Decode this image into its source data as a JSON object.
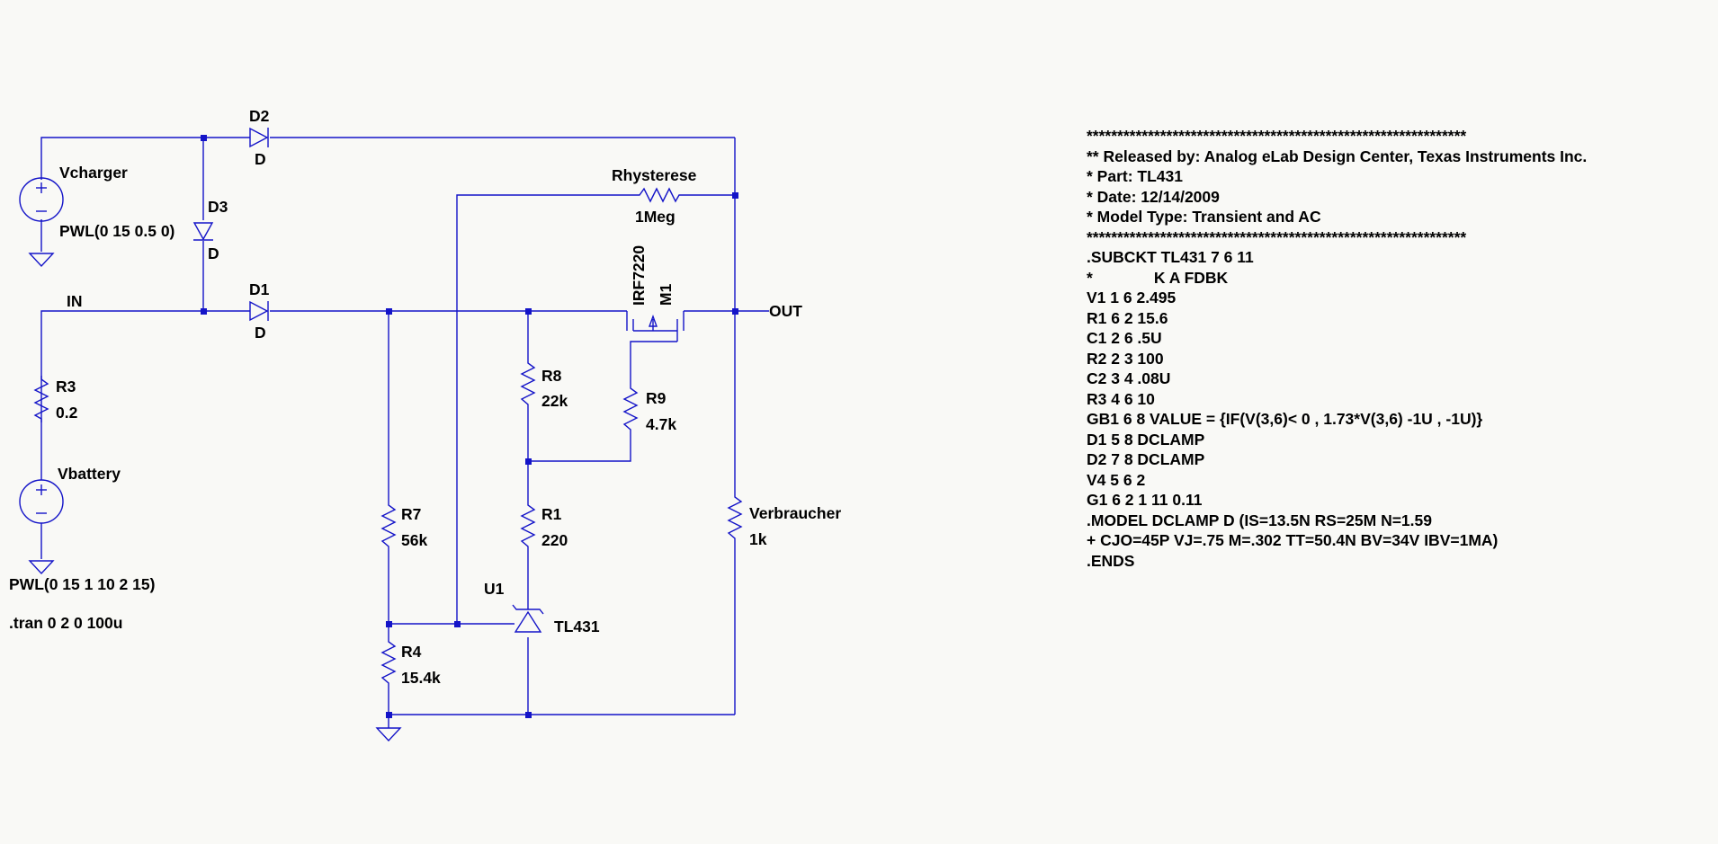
{
  "components": {
    "vcharger": {
      "name": "Vcharger",
      "value": "PWL(0 15 0.5 0)"
    },
    "vbattery": {
      "name": "Vbattery",
      "value": "PWL(0 15 1 10 2 15)"
    },
    "d1": {
      "name": "D1",
      "model": "D"
    },
    "d2": {
      "name": "D2",
      "model": "D"
    },
    "d3": {
      "name": "D3",
      "model": "D"
    },
    "r1": {
      "name": "R1",
      "value": "220"
    },
    "r3": {
      "name": "R3",
      "value": "0.2"
    },
    "r4": {
      "name": "R4",
      "value": "15.4k"
    },
    "r7": {
      "name": "R7",
      "value": "56k"
    },
    "r8": {
      "name": "R8",
      "value": "22k"
    },
    "r9": {
      "name": "R9",
      "value": "4.7k"
    },
    "rhyst": {
      "name": "Rhysterese",
      "value": "1Meg"
    },
    "load": {
      "name": "Verbraucher",
      "value": "1k"
    },
    "mosfet": {
      "name": "M1",
      "model": "IRF7220"
    },
    "u1": {
      "name": "U1",
      "model": "TL431"
    }
  },
  "nets": {
    "in": "IN",
    "out": "OUT"
  },
  "directive": ".tran 0 2 0 100u",
  "netlist": [
    "**************************************************************",
    "** Released by: Analog eLab Design Center, Texas Instruments Inc.",
    "* Part: TL431",
    "* Date: 12/14/2009",
    "* Model Type: Transient and AC",
    "**************************************************************",
    ".SUBCKT TL431 7 6 11",
    "*              K A FDBK",
    "V1 1 6 2.495",
    "R1 6 2 15.6",
    "C1 2 6 .5U",
    "R2 2 3 100",
    "C2 3 4 .08U",
    "R3 4 6 10",
    "GB1 6 8 VALUE = {IF(V(3,6)< 0 , 1.73*V(3,6) -1U , -1U)}",
    "D1 5 8 DCLAMP",
    "D2 7 8 DCLAMP",
    "V4 5 6 2",
    "G1 6 2 1 11 0.11",
    ".MODEL DCLAMP D (IS=13.5N RS=25M N=1.59",
    "+ CJO=45P VJ=.75 M=.302 TT=50.4N BV=34V IBV=1MA)",
    ".ENDS"
  ],
  "colors": {
    "wire": "#1414c8",
    "background": "#f9f9f6",
    "text": "#000000"
  }
}
